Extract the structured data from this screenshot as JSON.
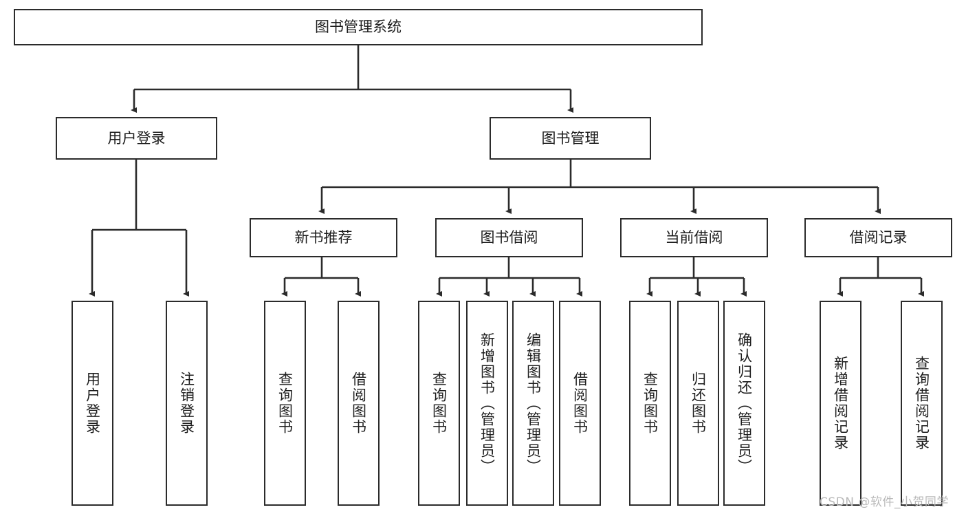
{
  "diagram": {
    "title_node": {
      "label": "图书管理系统"
    },
    "level2": [
      {
        "label": "用户登录"
      },
      {
        "label": "图书管理"
      }
    ],
    "level3": [
      {
        "label": "新书推荐"
      },
      {
        "label": "图书借阅"
      },
      {
        "label": "当前借阅"
      },
      {
        "label": "借阅记录"
      }
    ],
    "leaves": {
      "user_login": [
        {
          "label": "用户登录"
        },
        {
          "label": "注销登录"
        }
      ],
      "new_book_recommend": [
        {
          "label": "查询图书"
        },
        {
          "label": "借阅图书"
        }
      ],
      "book_borrow": [
        {
          "label": "查询图书"
        },
        {
          "label": "新增图书（管理员）"
        },
        {
          "label": "编辑图书（管理员）"
        },
        {
          "label": "借阅图书"
        }
      ],
      "current_borrow": [
        {
          "label": "查询图书"
        },
        {
          "label": "归还图书"
        },
        {
          "label": "确认归还（管理员）"
        }
      ],
      "borrow_record": [
        {
          "label": "新增借阅记录"
        },
        {
          "label": "查询借阅记录"
        }
      ]
    }
  },
  "watermark": {
    "text": "CSDN @软件_小贺同学"
  },
  "colors": {
    "border": "#2b2b2b",
    "text": "#1d1d1d",
    "background": "#ffffff",
    "watermark": "#b9b9b9"
  }
}
